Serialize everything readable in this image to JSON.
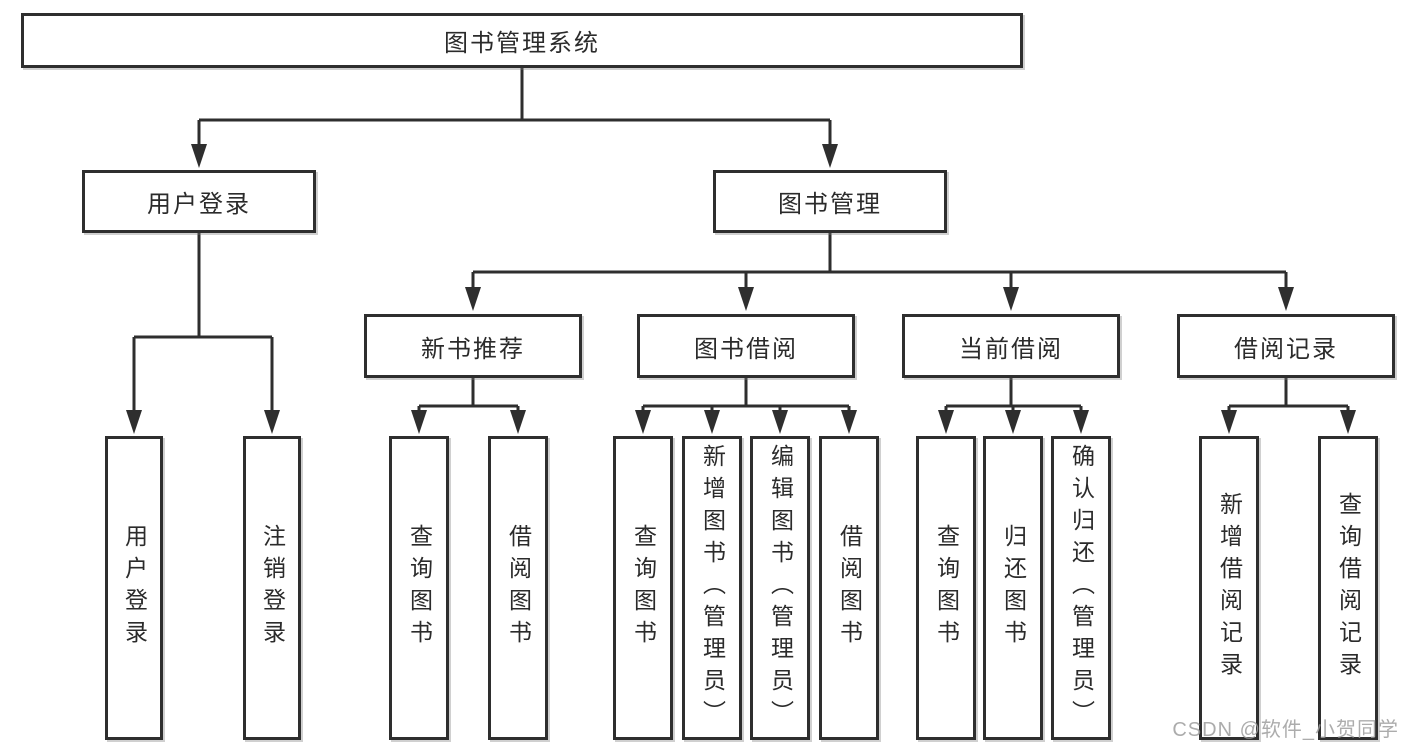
{
  "tree": {
    "label": "图书管理系统",
    "children": [
      {
        "label": "用户登录",
        "children": [
          {
            "label": "用户登录"
          },
          {
            "label": "注销登录"
          }
        ]
      },
      {
        "label": "图书管理",
        "children": [
          {
            "label": "新书推荐",
            "children": [
              {
                "label": "查询图书"
              },
              {
                "label": "借阅图书"
              }
            ]
          },
          {
            "label": "图书借阅",
            "children": [
              {
                "label": "查询图书"
              },
              {
                "label": "新增图书（管理员）"
              },
              {
                "label": "编辑图书（管理员）"
              },
              {
                "label": "借阅图书"
              }
            ]
          },
          {
            "label": "当前借阅",
            "children": [
              {
                "label": "查询图书"
              },
              {
                "label": "归还图书"
              },
              {
                "label": "确认归还（管理员）"
              }
            ]
          },
          {
            "label": "借阅记录",
            "children": [
              {
                "label": "新增借阅记录"
              },
              {
                "label": "查询借阅记录"
              }
            ]
          }
        ]
      }
    ]
  },
  "watermark": {
    "text": "CSDN @软件_小贺同学"
  },
  "colors": {
    "line": "#2e2e2e",
    "box_border": "#2e2e2e",
    "text": "#2b2b2b",
    "watermark": "#9e9e9e",
    "background": "#ffffff"
  }
}
